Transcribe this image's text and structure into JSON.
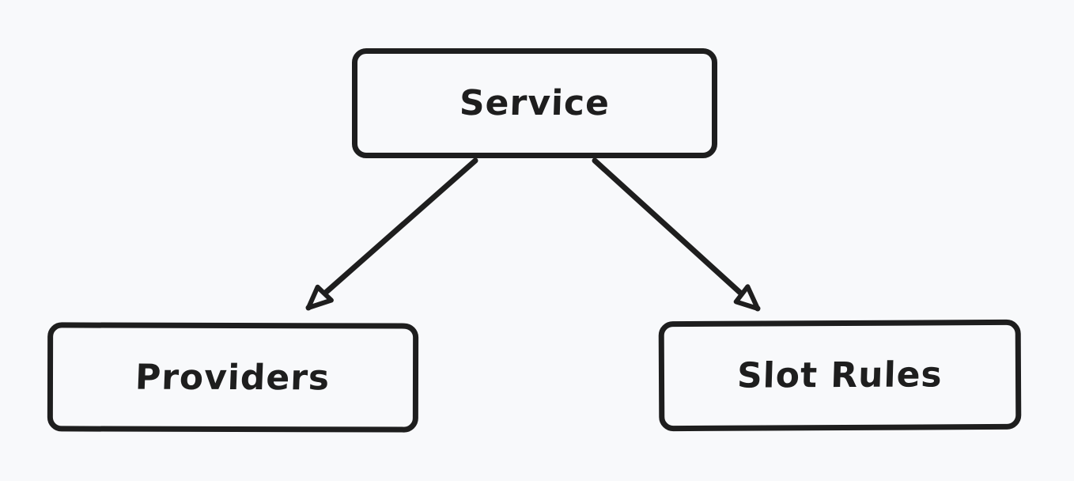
{
  "theme": {
    "background": "#f8f9fb",
    "stroke": "#1e1e1e"
  },
  "diagram": {
    "nodes": [
      {
        "id": "service",
        "label": "Service"
      },
      {
        "id": "providers",
        "label": "Providers"
      },
      {
        "id": "slot-rules",
        "label": "Slot Rules"
      }
    ],
    "edges": [
      {
        "from": "service",
        "to": "providers",
        "arrowhead": "triangle"
      },
      {
        "from": "service",
        "to": "slot-rules",
        "arrowhead": "triangle"
      }
    ]
  }
}
